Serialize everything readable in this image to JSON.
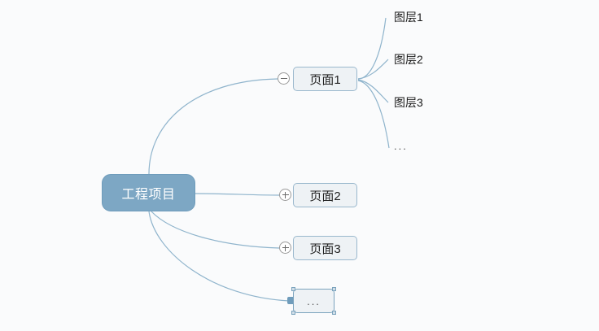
{
  "diagram": {
    "type": "mind-map",
    "background_color": "#fafbfc",
    "root": {
      "label": "工程项目",
      "fill_color": "#7da7c4",
      "text_color": "#ffffff"
    },
    "branches": [
      {
        "label": "页面1",
        "toggle": "collapse-minus-icon",
        "expanded": true,
        "children": [
          {
            "label": "图层1"
          },
          {
            "label": "图层2"
          },
          {
            "label": "图层3"
          },
          {
            "label": "..."
          }
        ]
      },
      {
        "label": "页面2",
        "toggle": "expand-plus-icon",
        "expanded": false,
        "children": []
      },
      {
        "label": "页面3",
        "toggle": "expand-plus-icon",
        "expanded": false,
        "children": []
      },
      {
        "label": "...",
        "toggle": "none",
        "selected": true,
        "children": []
      }
    ],
    "colors": {
      "edge": "#8fb4cc",
      "node_fill": "#eef2f5",
      "node_border": "#9ab8cd",
      "selection_border": "#7ba3bd",
      "accent": "#7da7c4"
    }
  }
}
